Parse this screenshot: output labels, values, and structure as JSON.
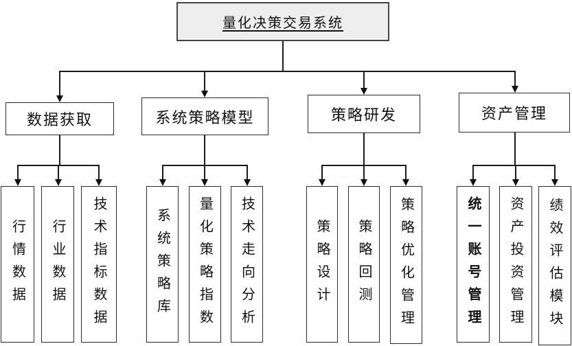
{
  "root": {
    "label": "量化决策交易系统"
  },
  "branches": [
    {
      "label": "数据获取",
      "children": [
        "行情数据",
        "行业数据",
        "技术指标数据"
      ]
    },
    {
      "label": "系统策略模型",
      "children": [
        "系统策略库",
        "量化策略指数",
        "技术走向分析"
      ]
    },
    {
      "label": "策略研发",
      "children": [
        "策略设计",
        "策略回测",
        "策略优化管理"
      ]
    },
    {
      "label": "资产管理",
      "children": [
        "统一账号管理",
        "资产投资管理",
        "绩效评估模块"
      ]
    }
  ],
  "colors": {
    "line": "#1a1a1a",
    "box_border": "#2b2b2b",
    "root_fill": "#eeeeee",
    "box_fill": "#ffffff",
    "text": "#111111",
    "background": "#ffffff"
  }
}
